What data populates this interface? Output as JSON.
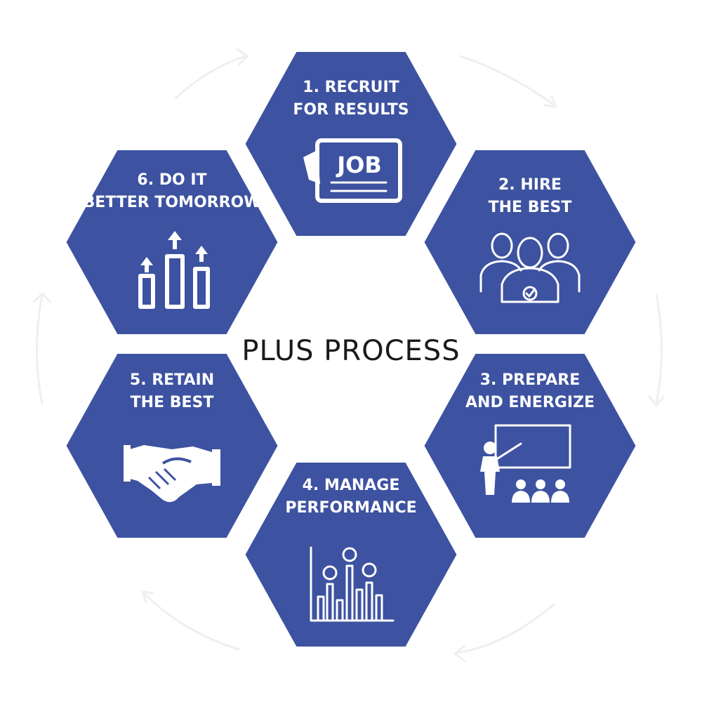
{
  "center_title": "PLUS PROCESS",
  "colors": {
    "hex_fill": "#3d52a0",
    "icon": "#ffffff",
    "title": "#1a1a1a",
    "background": "#ffffff",
    "cycle_arrows": "#efefef"
  },
  "steps": [
    {
      "line1": "1. RECRUIT",
      "line2": "FOR RESULTS",
      "icon": "job-listing-icon",
      "icon_text": "JOB"
    },
    {
      "line1": "2. HIRE",
      "line2": "THE BEST",
      "icon": "team-group-icon"
    },
    {
      "line1": "3. PREPARE",
      "line2": "AND ENERGIZE",
      "icon": "presentation-training-icon"
    },
    {
      "line1": "4. MANAGE",
      "line2": "PERFORMANCE",
      "icon": "performance-chart-icon"
    },
    {
      "line1": "5. RETAIN",
      "line2": "THE BEST",
      "icon": "handshake-icon"
    },
    {
      "line1": "6. DO IT",
      "line2": "BETTER TOMORROW",
      "icon": "growth-bars-icon"
    }
  ]
}
